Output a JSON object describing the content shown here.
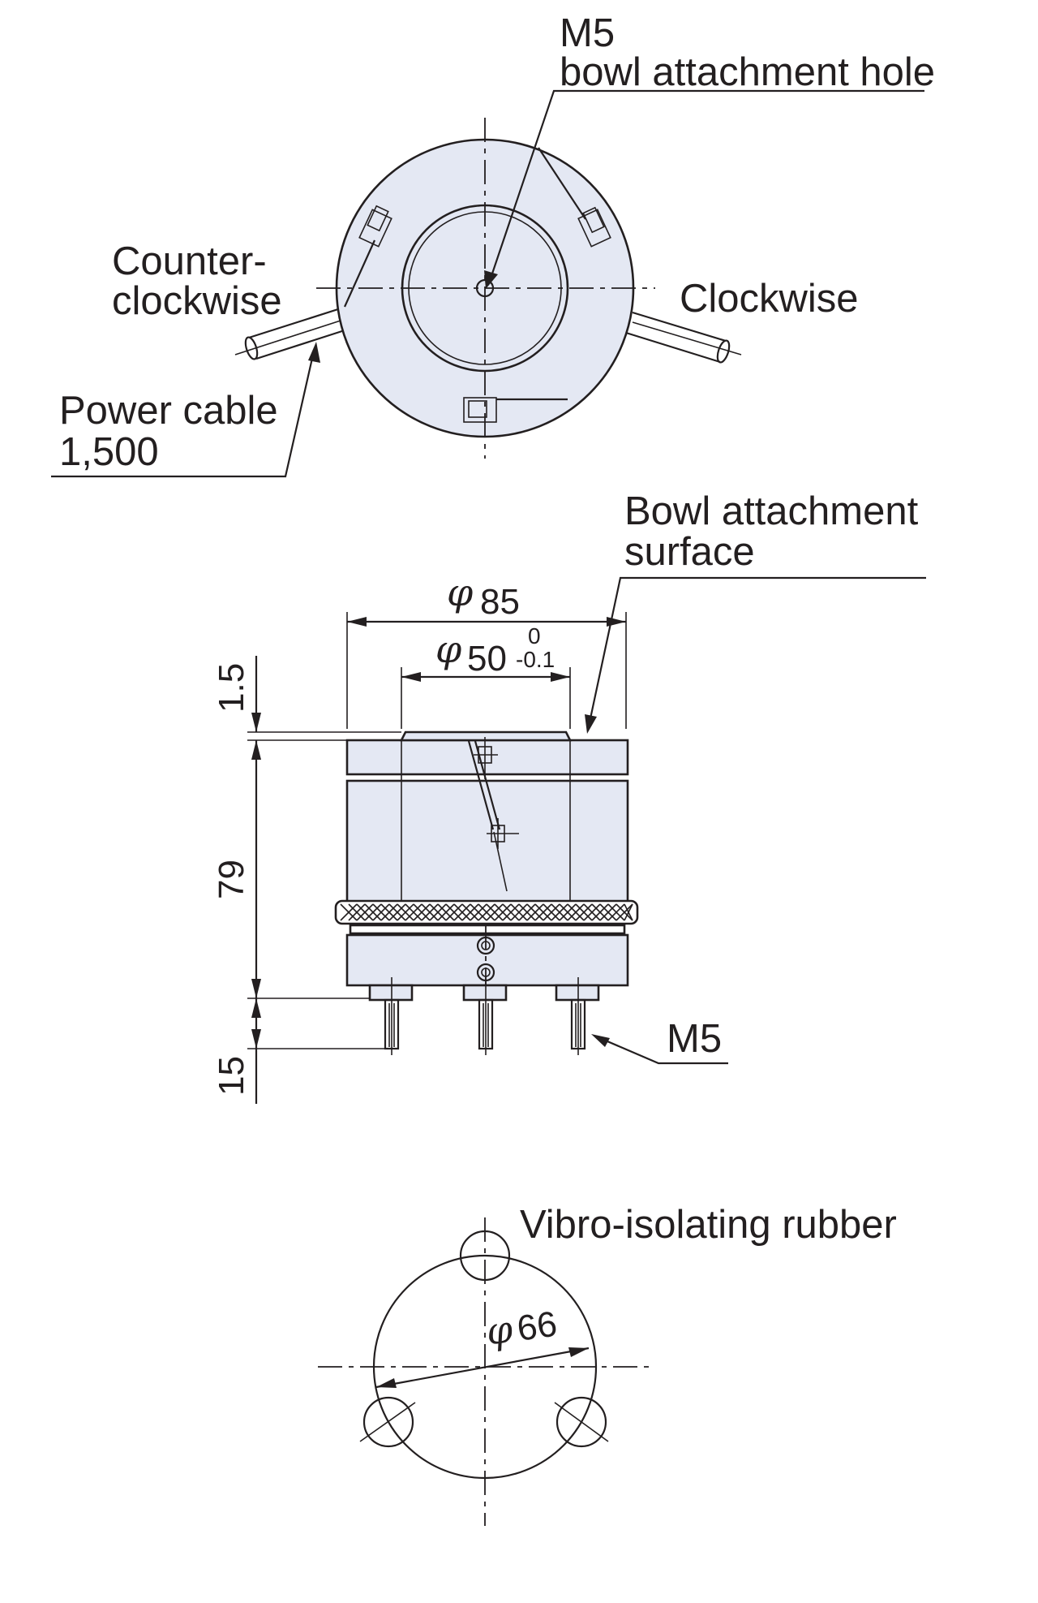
{
  "colors": {
    "body_fill": "#e4e8f3",
    "ink": "#231f20",
    "background": "#ffffff"
  },
  "top_view": {
    "hole_label_line1": "M5",
    "hole_label_line2": "bowl attachment hole",
    "ccw_line1": "Counter-",
    "ccw_line2": "clockwise",
    "cw": "Clockwise",
    "cable_line1": "Power cable",
    "cable_line2": "1,500"
  },
  "side_view": {
    "surface_line1": "Bowl attachment",
    "surface_line2": "surface",
    "phi": "φ",
    "outer_dia": "85",
    "inner_dia": "50",
    "tol_upper": "0",
    "tol_lower": "-0.1",
    "dim_top": "1.5",
    "dim_height": "79",
    "dim_stud": "15",
    "stud_label": "M5"
  },
  "bottom_view": {
    "rubber_label": "Vibro-isolating rubber",
    "phi": "φ",
    "pcd": "66"
  }
}
